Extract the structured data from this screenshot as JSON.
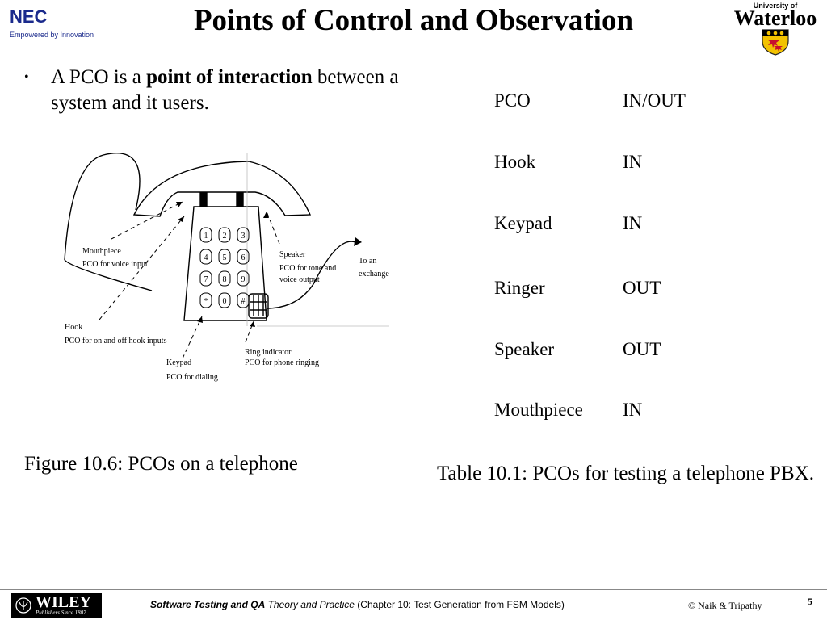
{
  "header": {
    "nec_brand": "NEC",
    "nec_tagline": "Empowered by Innovation",
    "title": "Points of Control and Observation",
    "uw_small": "University of",
    "uw_big": "Waterloo"
  },
  "bullet": {
    "prefix": "A PCO is a ",
    "bold": "point of interaction",
    "suffix": " between a system and it users."
  },
  "figure": {
    "labels": {
      "mouthpiece": "Mouthpiece",
      "mouthpiece_desc": "PCO for voice input",
      "speaker": "Speaker",
      "speaker_desc1": "PCO for tone and",
      "speaker_desc2": "voice output",
      "exchange1": "To an",
      "exchange2": "exchange",
      "hook": "Hook",
      "hook_desc": "PCO for on and off hook inputs",
      "keypad": "Keypad",
      "keypad_desc": "PCO for dialing",
      "ring": "Ring indicator",
      "ring_desc": "PCO for phone ringing"
    },
    "keys": [
      "1",
      "2",
      "3",
      "4",
      "5",
      "6",
      "7",
      "8",
      "9",
      "*",
      "0",
      "#"
    ],
    "caption": "Figure 10.6: PCOs on a telephone"
  },
  "table": {
    "headers": [
      "PCO",
      "IN/OUT"
    ],
    "rows": [
      [
        "Hook",
        "IN"
      ],
      [
        "Keypad",
        "IN"
      ],
      [
        "Ringer",
        "OUT"
      ],
      [
        "Speaker",
        "OUT"
      ],
      [
        "Mouthpiece",
        "IN"
      ]
    ],
    "caption": "Table 10.1: PCOs for testing a telephone PBX."
  },
  "footer": {
    "wiley": "WILEY",
    "wiley_sub": "Publishers Since 1807",
    "book_bold": "Software Testing and QA",
    "book_italic": " Theory and Practice",
    "chapter": " (Chapter 10: Test Generation from FSM Models)",
    "copyright": "© Naik & Tripathy",
    "page": "5"
  }
}
